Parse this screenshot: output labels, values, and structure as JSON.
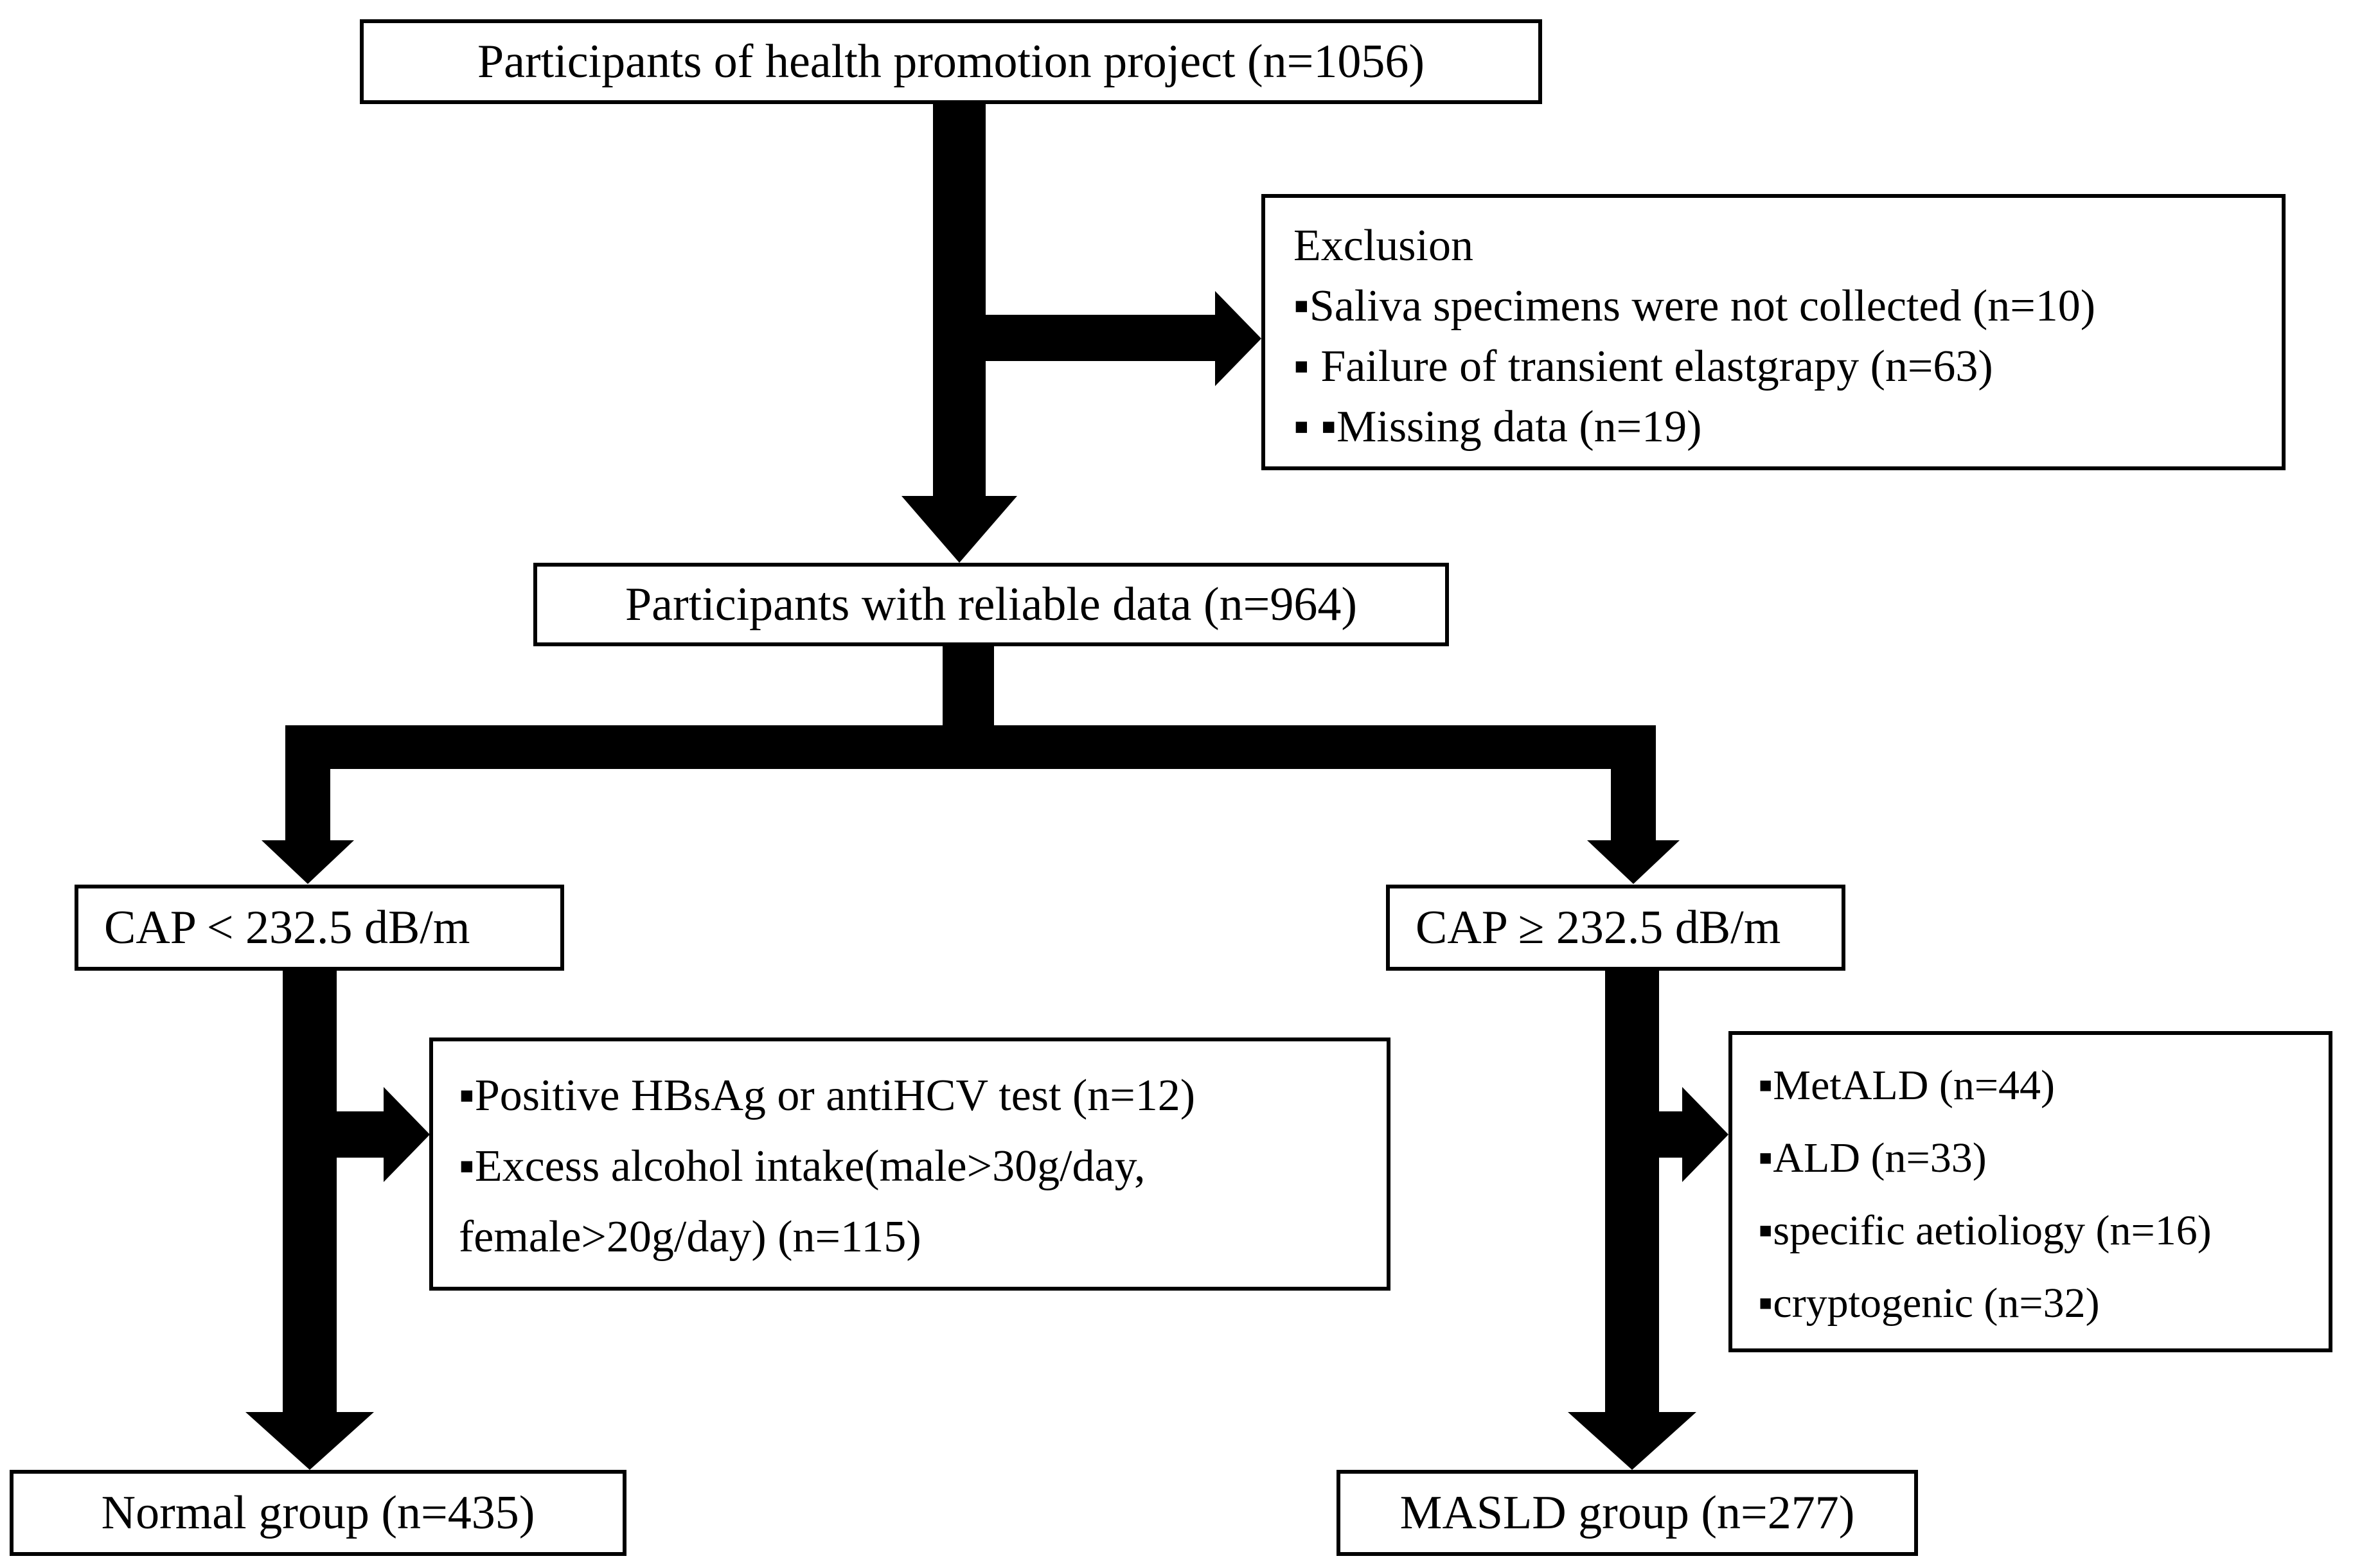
{
  "diagram": {
    "top_box": "Participants of health promotion project (n=1056)",
    "exclusion_box": {
      "title": "Exclusion",
      "items": [
        "▪Saliva specimens were not collected (n=10)",
        "▪ Failure of transient elastgrapy (n=63)",
        "▪ ▪Missing data (n=19)"
      ]
    },
    "reliable_box": "Participants with reliable data (n=964)",
    "cap_low_box": "CAP < 232.5 dB/m",
    "cap_high_box": "CAP ≥ 232.5 dB/m",
    "cap_low_exclusion_items": [
      "▪Positive HBsAg or antiHCV test (n=12)",
      "▪Excess alcohol intake(male>30g/day,",
      "female>20g/day) (n=115)"
    ],
    "cap_high_subgroup_items": [
      "▪MetALD (n=44)",
      "▪ALD (n=33)",
      "▪specific aetioliogy (n=16)",
      "▪cryptogenic (n=32)"
    ],
    "normal_box": "Normal group (n=435)",
    "masld_box": "MASLD group (n=277)"
  },
  "colors": {
    "ink": "#000000",
    "background": "#ffffff"
  }
}
